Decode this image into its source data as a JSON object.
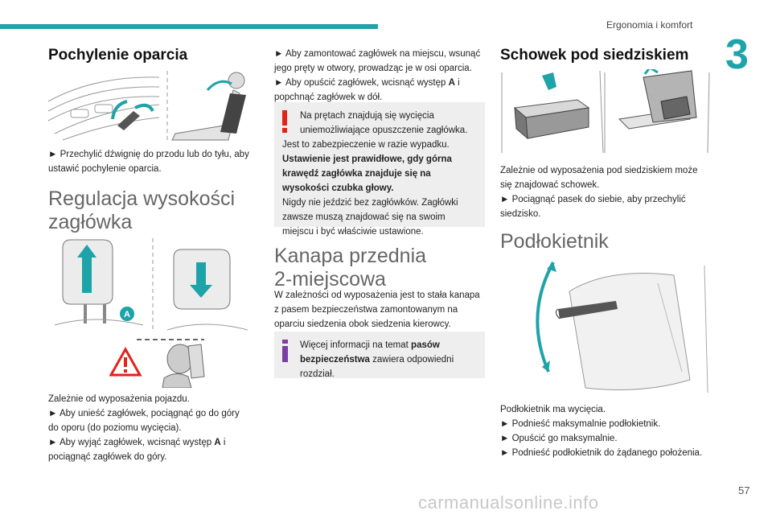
{
  "header": {
    "section": "Ergonomia i komfort",
    "chapter": "3",
    "page": "57"
  },
  "col1": {
    "title1": "Pochylenie oparcia",
    "p1": "► Przechylić dźwignię do przodu lub do tyłu, aby ustawić pochylenie oparcia.",
    "title2_line1": "Regulacja wysokości",
    "title2_line2": "zagłówka",
    "label_a": "A",
    "p2_1": "Zależnie od wyposażenia pojazdu.",
    "p2_2": "► Aby unieść zagłówek, pociągnąć go do góry do oporu (do poziomu wycięcia).",
    "p2_3a": "► Aby wyjąć zagłówek, wcisnąć występ ",
    "p2_3b": "A",
    "p2_3c": " i pociągnąć zagłówek do góry."
  },
  "col2": {
    "p1_1a": "► Aby zamontować zagłówek na miejscu, wsunąć jego pręty w otwory, prowadząc je w osi oparcia.",
    "p1_2a": "► Aby opuścić zagłówek, wcisnąć występ ",
    "p1_2b": "A",
    "p1_2c": " i popchnąć zagłówek w dół.",
    "warn_1": "Na prętach znajdują się wycięcia uniemożliwiające opuszczenie zagłówka.",
    "warn_2": "Jest to zabezpieczenie w razie wypadku.",
    "warn_3": "Ustawienie jest prawidłowe, gdy górna krawędź zagłówka znajduje się na wysokości czubka głowy.",
    "warn_4": "Nigdy nie jeździć bez zagłówków. Zagłówki zawsze muszą znajdować się na swoim miejscu i być właściwie ustawione.",
    "title_line1": "Kanapa przednia",
    "title_line2": "2-miejscowa",
    "p2": "W zależności od wyposażenia jest to stała kanapa z pasem bezpieczeństwa zamontowanym na oparciu siedzenia obok siedzenia kierowcy.",
    "info_a": "Więcej informacji na temat ",
    "info_b": "pasów bezpieczeństwa",
    "info_c": " zawiera odpowiedni rozdział."
  },
  "col3": {
    "title1": "Schowek pod siedziskiem",
    "p1_1": "Zależnie od wyposażenia pod siedziskiem może się znajdować schowek.",
    "p1_2": "► Pociągnąć pasek do siebie, aby przechylić siedzisko.",
    "title2": "Podłokietnik",
    "p2_1": "Podłokietnik ma wycięcia.",
    "p2_2": "► Podnieść maksymalnie podłokietnik.",
    "p2_3": "► Opuścić go maksymalnie.",
    "p2_4": "► Podnieść podłokietnik do żądanego położenia."
  },
  "watermark": "carmanualsonline.info",
  "colors": {
    "accent": "#1ea3a8",
    "warning": "#e2231a",
    "info": "#7b3fa0"
  }
}
